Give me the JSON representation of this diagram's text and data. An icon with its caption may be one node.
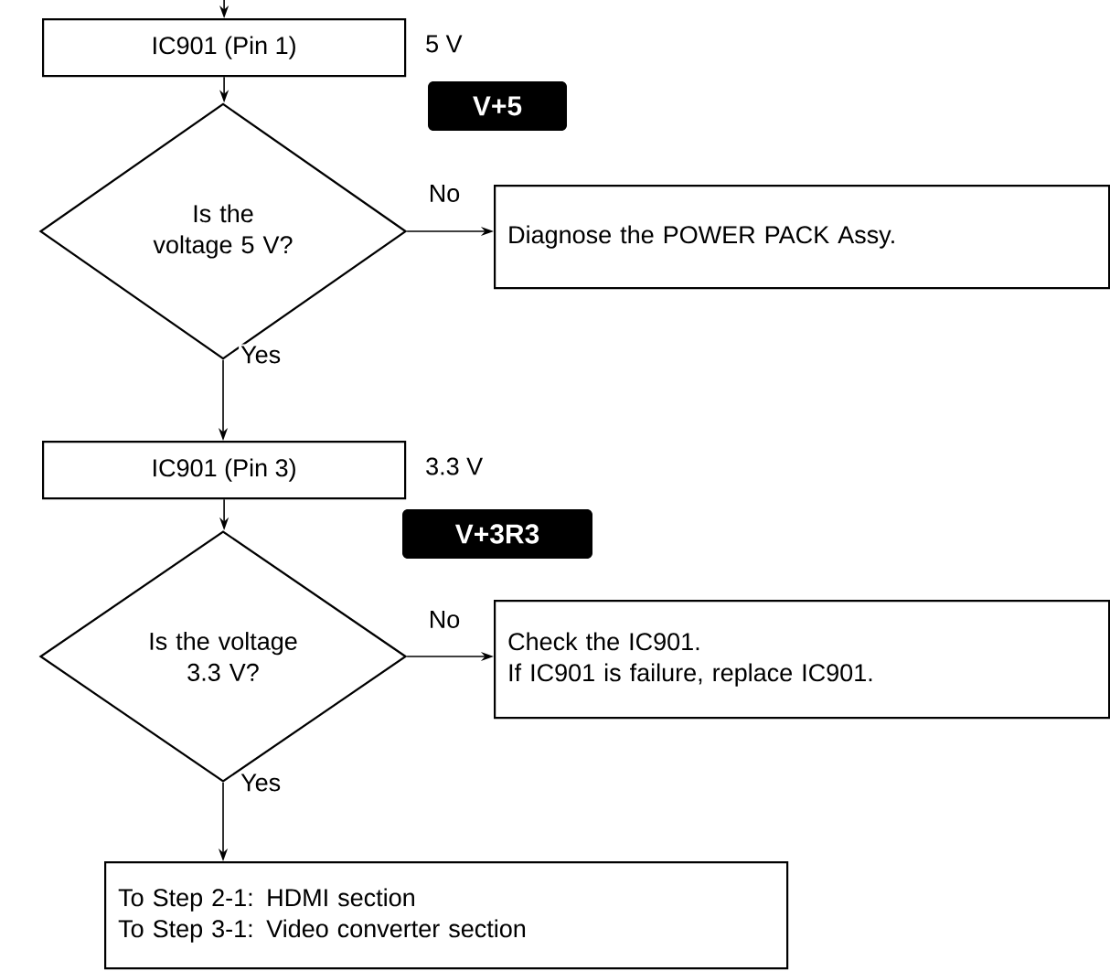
{
  "diagram": {
    "nodes": [
      {
        "text": [
          "IC901 (Pin 1)"
        ],
        "beside": [
          "5 V"
        ]
      },
      {
        "text": [
          "Is the voltage 5 V?"
        ]
      },
      {
        "text": [
          "Diagnose the POWER PACK Assy."
        ]
      },
      {
        "text": [
          "IC901 (Pin 3)"
        ],
        "beside": [
          "3.3 V"
        ]
      },
      {
        "text": [
          "Is the voltage 3.3 V?"
        ]
      },
      {
        "text": [
          "Check the IC901.",
          "If IC901 is failure, replace IC901."
        ]
      },
      {
        "text": [
          "To Step 2-1: HDMI section",
          "To Step 3-1: Video converter section"
        ]
      }
    ],
    "edges": [
      {
        "from": null,
        "to": 0,
        "arrow": "to"
      },
      {
        "from": 0,
        "to": 1,
        "arrow": "to"
      },
      {
        "from": 1,
        "to": 2,
        "arrow": "to",
        "label": "No"
      },
      {
        "from": 1,
        "to": 3,
        "arrow": "to",
        "label": "Yes"
      },
      {
        "from": 3,
        "to": 4,
        "arrow": "to"
      },
      {
        "from": 4,
        "to": 5,
        "arrow": "to",
        "label": "No"
      },
      {
        "from": 4,
        "to": 6,
        "arrow": "to",
        "label": "Yes"
      }
    ],
    "labels": [
      "V+5",
      "V+3R3"
    ]
  }
}
